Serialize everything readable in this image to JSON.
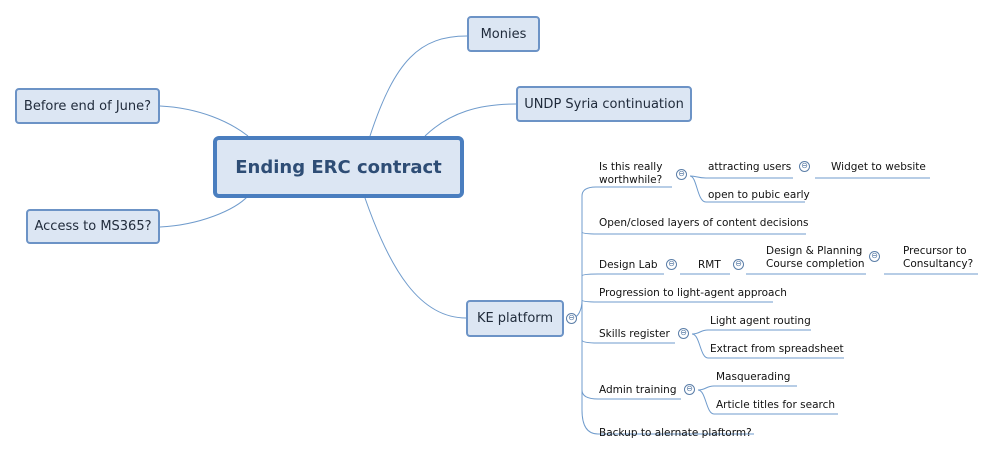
{
  "central": "Ending ERC contract",
  "main_topics": {
    "monies": "Monies",
    "undp": "UNDP Syria continuation",
    "june": "Before end of June?",
    "ms365": "Access to MS365?",
    "ke": "KE platform"
  },
  "collapse_symbol": "⊖",
  "ke_items": {
    "worthwhile_1": "Is this really",
    "worthwhile_2": "worthwhile?",
    "attracting": "attracting users",
    "widget": "Widget to website",
    "open_public": "open to pubic early",
    "layers": "Open/closed layers of content decisions",
    "design_lab": "Design Lab",
    "rmt": "RMT",
    "dp_1": "Design & Planning",
    "dp_2": "Course completion",
    "precursor_1": "Precursor to",
    "precursor_2": "Consultancy?",
    "progression": "Progression to light-agent approach",
    "skills": "Skills register",
    "light_agent": "Light agent routing",
    "extract": "Extract from spreadsheet",
    "admin": "Admin training",
    "masquerading": "Masquerading",
    "article": "Article titles for search",
    "backup": "Backup to alernate plaftorm?"
  },
  "colors": {
    "connector": "#6f9bcc",
    "node_fill": "#dce6f3",
    "node_border": "#6c93c6",
    "central_border": "#4a7ebf"
  }
}
